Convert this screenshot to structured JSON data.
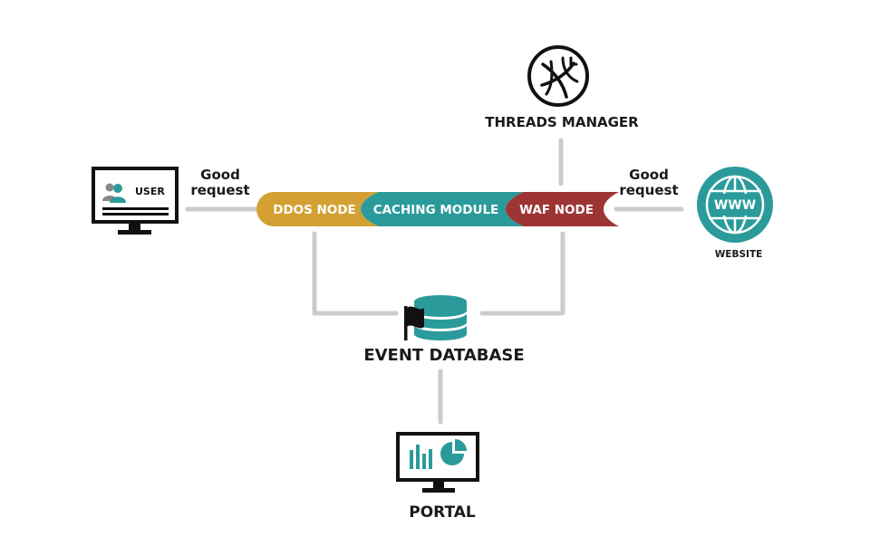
{
  "user": {
    "label": "USER"
  },
  "website": {
    "label": "WEBSITE",
    "icon_text": "WWW"
  },
  "threads_manager": {
    "label": "THREADS MANAGER"
  },
  "event_database": {
    "label": "EVENT DATABASE"
  },
  "portal": {
    "label": "PORTAL"
  },
  "requests": {
    "left": {
      "line1": "Good",
      "line2": "request"
    },
    "right": {
      "line1": "Good",
      "line2": "request"
    }
  },
  "pipeline": [
    {
      "label": "DDOS NODE",
      "color": "#d4a033"
    },
    {
      "label": "CACHING MODULE",
      "color": "#2a9b9a"
    },
    {
      "label": "WAF NODE",
      "color": "#9e3535"
    }
  ],
  "colors": {
    "teal": "#2a9b9a",
    "connector": "#cccccc",
    "outline": "#111111"
  }
}
